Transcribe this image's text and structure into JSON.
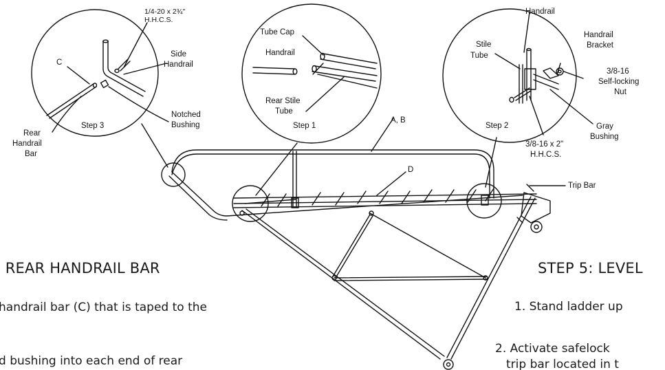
{
  "labels": {
    "hhcs_top_1": "1/4-20 x 2¾\"",
    "hhcs_top_2": "H.H.C.S.",
    "c_letter": "C",
    "side_handrail_1": "Side",
    "side_handrail_2": "Handrail",
    "rear_bar_1": "Rear",
    "rear_bar_2": "Handrail",
    "rear_bar_3": "Bar",
    "step3": "Step 3",
    "notched_1": "Notched",
    "notched_2": "Bushing",
    "tube_cap": "Tube Cap",
    "handrail_1": "Handrail",
    "rear_stile_1": "Rear Stile",
    "rear_stile_2": "Tube",
    "step1": "Step 1",
    "ab": "A, B",
    "d": "D",
    "handrail_2": "Handrail",
    "handrail_bracket_1": "Handrail",
    "handrail_bracket_2": "Bracket",
    "stile_tube_1": "Stile",
    "stile_tube_2": "Tube",
    "nut_1": "3/8-16",
    "nut_2": "Self-locking",
    "nut_3": "Nut",
    "step2": "Step 2",
    "gray_1": "Gray",
    "gray_2": "Bushing",
    "hhcs_b_1": "3/8-16 x 2\"",
    "hhcs_b_2": "H.H.C.S.",
    "trip_bar": "Trip Bar"
  },
  "text": {
    "left_heading": ". REAR HANDRAIL BAR",
    "left_line1": "handrail bar (C) that is taped to the",
    "left_line2": "d bushing into each end of rear",
    "right_heading": "STEP 5: LEVEL",
    "right_line1": "1. Stand ladder up",
    "right_line2": "2. Activate safelock",
    "right_line3": "trip bar located in t"
  }
}
